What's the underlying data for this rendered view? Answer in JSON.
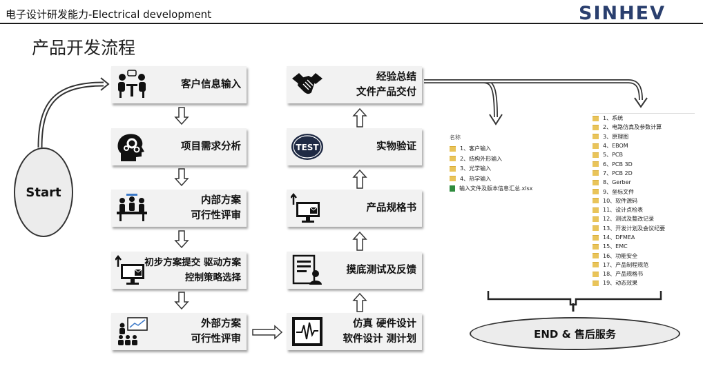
{
  "header": {
    "title": "电子设计研发能力-Electrical development",
    "logo_text": "SINHEV"
  },
  "page_title": "产品开发流程",
  "start_label": "Start",
  "end_label": "END & 售后服务",
  "steps_left": [
    {
      "lines": [
        "客户信息输入"
      ],
      "icon": "meeting-icon"
    },
    {
      "lines": [
        "项目需求分析"
      ],
      "icon": "head-gears-icon"
    },
    {
      "lines": [
        "内部方案",
        "可行性评审"
      ],
      "icon": "team-table-icon"
    },
    {
      "lines": [
        "初步方案提交  驱动方案",
        "控制策略选择"
      ],
      "icon": "monitor-upload-icon"
    },
    {
      "lines": [
        "外部方案",
        "可行性评审"
      ],
      "icon": "presentation-icon"
    }
  ],
  "steps_right": [
    {
      "lines": [
        "仿真  硬件设计",
        "软件设计  测计划"
      ],
      "icon": "waveform-monitor-icon"
    },
    {
      "lines": [
        "摸底测试及反馈"
      ],
      "icon": "document-user-icon"
    },
    {
      "lines": [
        "产品规格书"
      ],
      "icon": "monitor-upload-icon"
    },
    {
      "lines": [
        "实物验证"
      ],
      "icon": "test-badge-icon"
    },
    {
      "lines": [
        "经验总结",
        "文件产品交付"
      ],
      "icon": "handshake-icon"
    }
  ],
  "input_files": {
    "header": "名称",
    "items": [
      {
        "name": "1、客户输入",
        "type": "folder"
      },
      {
        "name": "2、结构外形输入",
        "type": "folder"
      },
      {
        "name": "3、光学输入",
        "type": "folder"
      },
      {
        "name": "4、热学输入",
        "type": "folder"
      },
      {
        "name": "输入文件及版本信息汇总.xlsx",
        "type": "excel"
      }
    ]
  },
  "deliverable_files": {
    "items": [
      "1、系统",
      "2、电路仿真及参数计算",
      "3、原理图",
      "4、EBOM",
      "5、PCB",
      "6、PCB 3D",
      "7、PCB 2D",
      "8、Gerber",
      "9、坐标文件",
      "10、软件源码",
      "11、设计点检表",
      "12、测试及整改记录",
      "13、开发计划及会议纪要",
      "14、DFMEA",
      "15、EMC",
      "16、功能安全",
      "17、产品制程规范",
      "18、产品规格书",
      "19、动态效果"
    ]
  },
  "colors": {
    "header_rule": "#1a1a1a",
    "logo": "#2a3f6e",
    "box": "#f2f2f2",
    "ellipse": "#ececec",
    "folder": "#e9c45a"
  }
}
